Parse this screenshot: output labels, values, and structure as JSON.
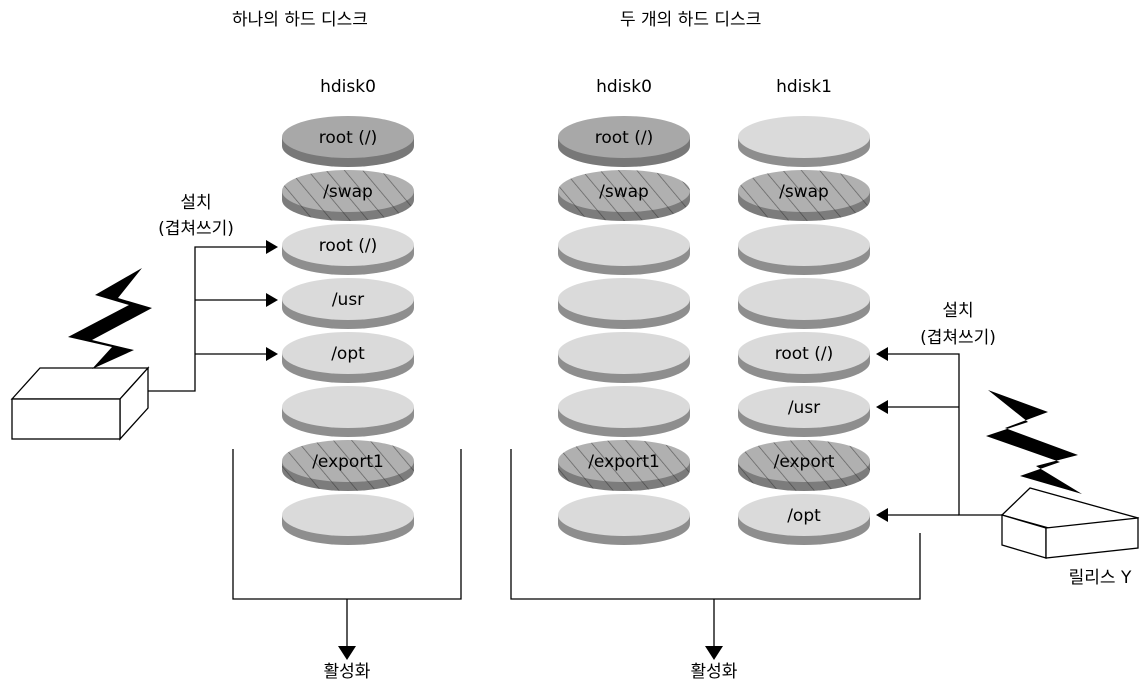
{
  "diagram": {
    "left_title": "하나의 하드 디스크",
    "right_title": "두 개의 하드 디스크",
    "install_label": {
      "line1": "설치",
      "line2": "(겹쳐쓰기)"
    },
    "activate_label": "활성화",
    "release_label": "릴리스 Y",
    "colors": {
      "dark_top": "#a8a8a8",
      "dark_rim": "#787878",
      "hatched_top": "#b0b0b0",
      "hatched_rim": "#7c7c7c",
      "light_top": "#dadada",
      "light_rim": "#8e8e8e"
    },
    "disks": [
      {
        "name": "hdisk0",
        "slices": [
          {
            "label": "root (/)",
            "style": "dark"
          },
          {
            "label": "/swap",
            "style": "hatched"
          },
          {
            "label": "root (/)",
            "style": "light"
          },
          {
            "label": "/usr",
            "style": "light"
          },
          {
            "label": "/opt",
            "style": "light"
          },
          {
            "label": "",
            "style": "light"
          },
          {
            "label": "/export1",
            "style": "hatched"
          },
          {
            "label": "",
            "style": "light"
          }
        ]
      },
      {
        "name": "hdisk0",
        "slices": [
          {
            "label": "root (/)",
            "style": "dark"
          },
          {
            "label": "/swap",
            "style": "hatched"
          },
          {
            "label": "",
            "style": "light"
          },
          {
            "label": "",
            "style": "light"
          },
          {
            "label": "",
            "style": "light"
          },
          {
            "label": "",
            "style": "light"
          },
          {
            "label": "/export1",
            "style": "hatched"
          },
          {
            "label": "",
            "style": "light"
          }
        ]
      },
      {
        "name": "hdisk1",
        "slices": [
          {
            "label": "",
            "style": "light"
          },
          {
            "label": "/swap",
            "style": "hatched"
          },
          {
            "label": "",
            "style": "light"
          },
          {
            "label": "",
            "style": "light"
          },
          {
            "label": "root (/)",
            "style": "light"
          },
          {
            "label": "/usr",
            "style": "light"
          },
          {
            "label": "/export",
            "style": "hatched"
          },
          {
            "label": "/opt",
            "style": "light"
          }
        ]
      }
    ]
  }
}
